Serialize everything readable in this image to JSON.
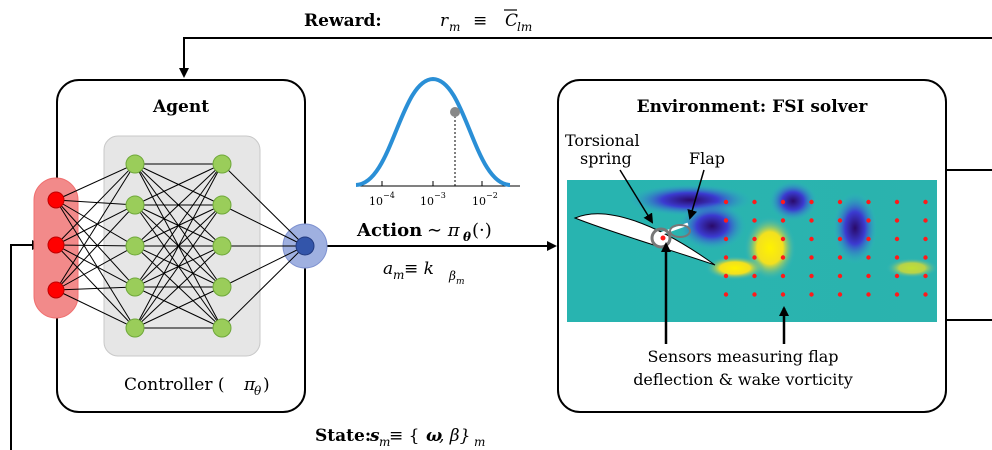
{
  "reward": {
    "label": "Reward:",
    "formula": "r",
    "sub": "m",
    "equiv": "≡",
    "cbar": "C",
    "cbar_sub": "lm"
  },
  "agent": {
    "title": "Agent",
    "controller": "Controller (",
    "pi": "π",
    "theta": "θ",
    "close": ")"
  },
  "action": {
    "label": "Action",
    "tilde": "∼ π",
    "sub_theta": "θ",
    "args": "(·)",
    "am": "a",
    "am_sub": "m",
    "equiv": " ≡ k",
    "k_sub": "β",
    "k_subsub": "m",
    "ticks": [
      {
        "base": "10",
        "exp": "−4"
      },
      {
        "base": "10",
        "exp": "−3"
      },
      {
        "base": "10",
        "exp": "−2"
      }
    ]
  },
  "environment": {
    "title": "Environment: FSI solver",
    "torsional1": "Torsional",
    "torsional2": "spring",
    "flap": "Flap",
    "sensors1": "Sensors measuring flap",
    "sensors2": "deflection & wake vorticity"
  },
  "state": {
    "label": "State:",
    "s": "s",
    "s_sub": "m",
    "equiv": " ≡ {",
    "omega": "ω",
    "beta": ", β}",
    "sub": "m"
  },
  "colors": {
    "agent_input": "#ff0000",
    "agent_input_bg": "#f08080",
    "hidden_node": "#9acd5a",
    "output_node": "#3355aa",
    "gaussian": "#2a8fd6",
    "sensor_dot": "#ff1a1a"
  }
}
